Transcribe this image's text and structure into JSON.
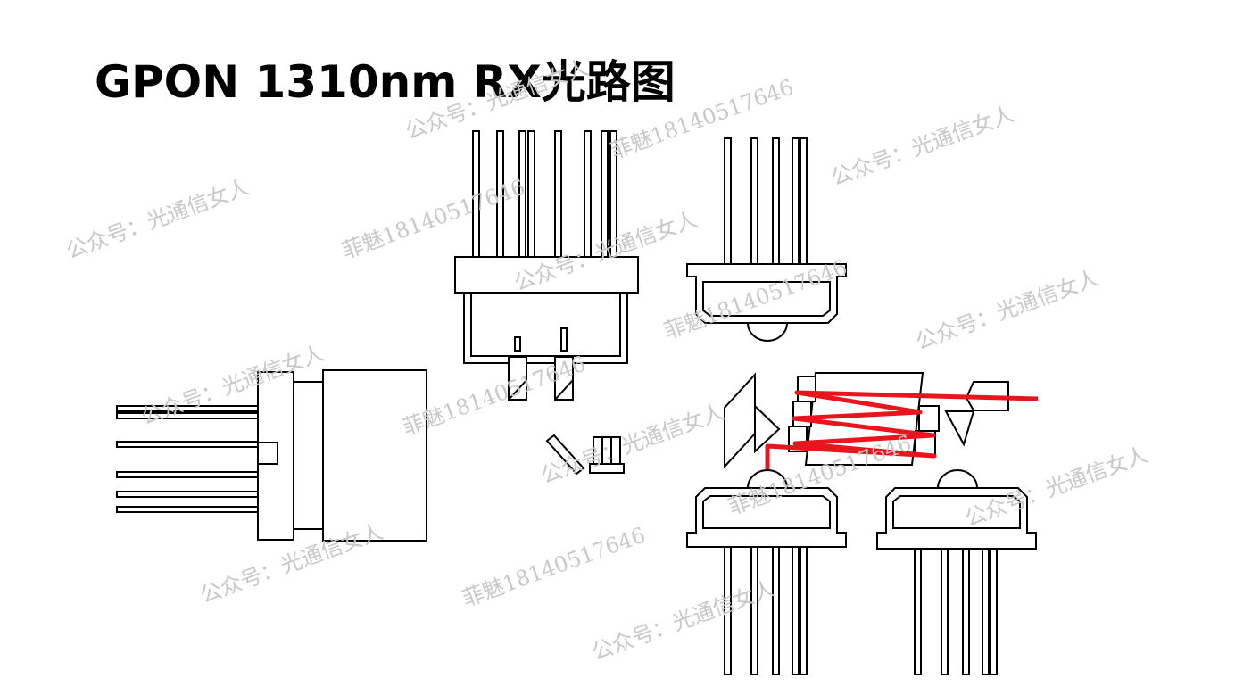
{
  "title": "GPON 1310nm RX光路图",
  "watermark": {
    "account": "公众号：光通信女人",
    "contact": "菲魅18140517646"
  },
  "colors": {
    "outline": "#000000",
    "beam": "#e8151d",
    "watermark": "#c8c8c8"
  }
}
